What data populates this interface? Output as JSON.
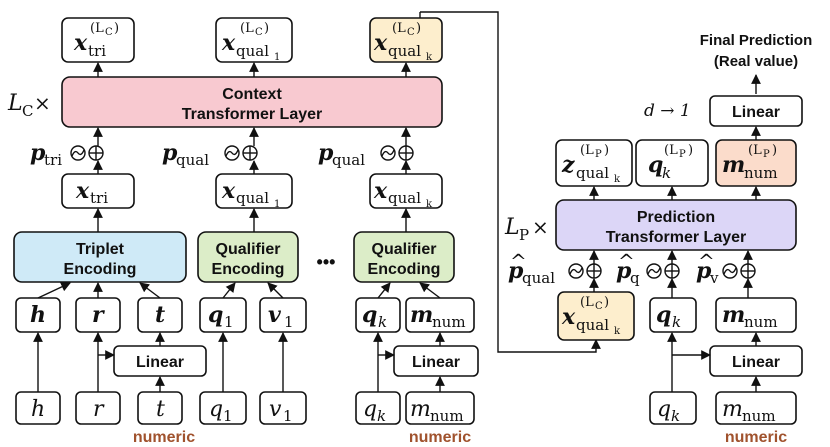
{
  "blocks": {
    "context": "Context",
    "context2": "Transformer Layer",
    "prediction": "Prediction",
    "prediction2": "Transformer Layer",
    "triplet": "Triplet",
    "triplet2": "Encoding",
    "qualifier": "Qualifier",
    "qualifier2": "Encoding",
    "linear": "Linear"
  },
  "labels": {
    "final": "Final Prediction",
    "final2": "(Real value)",
    "numeric": "numeric",
    "ellipsis": "•••",
    "lc_times": "L",
    "lc_sub": "C",
    "lp_times": "L",
    "lp_sub": "P",
    "times": "×",
    "d_to_1": "d → 1"
  },
  "colors": {
    "context": "#f8c9d0",
    "prediction": "#dcd6f7",
    "triplet": "#cfeaf7",
    "qualifier": "#dcedc8",
    "final_embed": "#fdeecd",
    "mnum_out": "#fbdccb",
    "numeric": "#a0522d"
  }
}
